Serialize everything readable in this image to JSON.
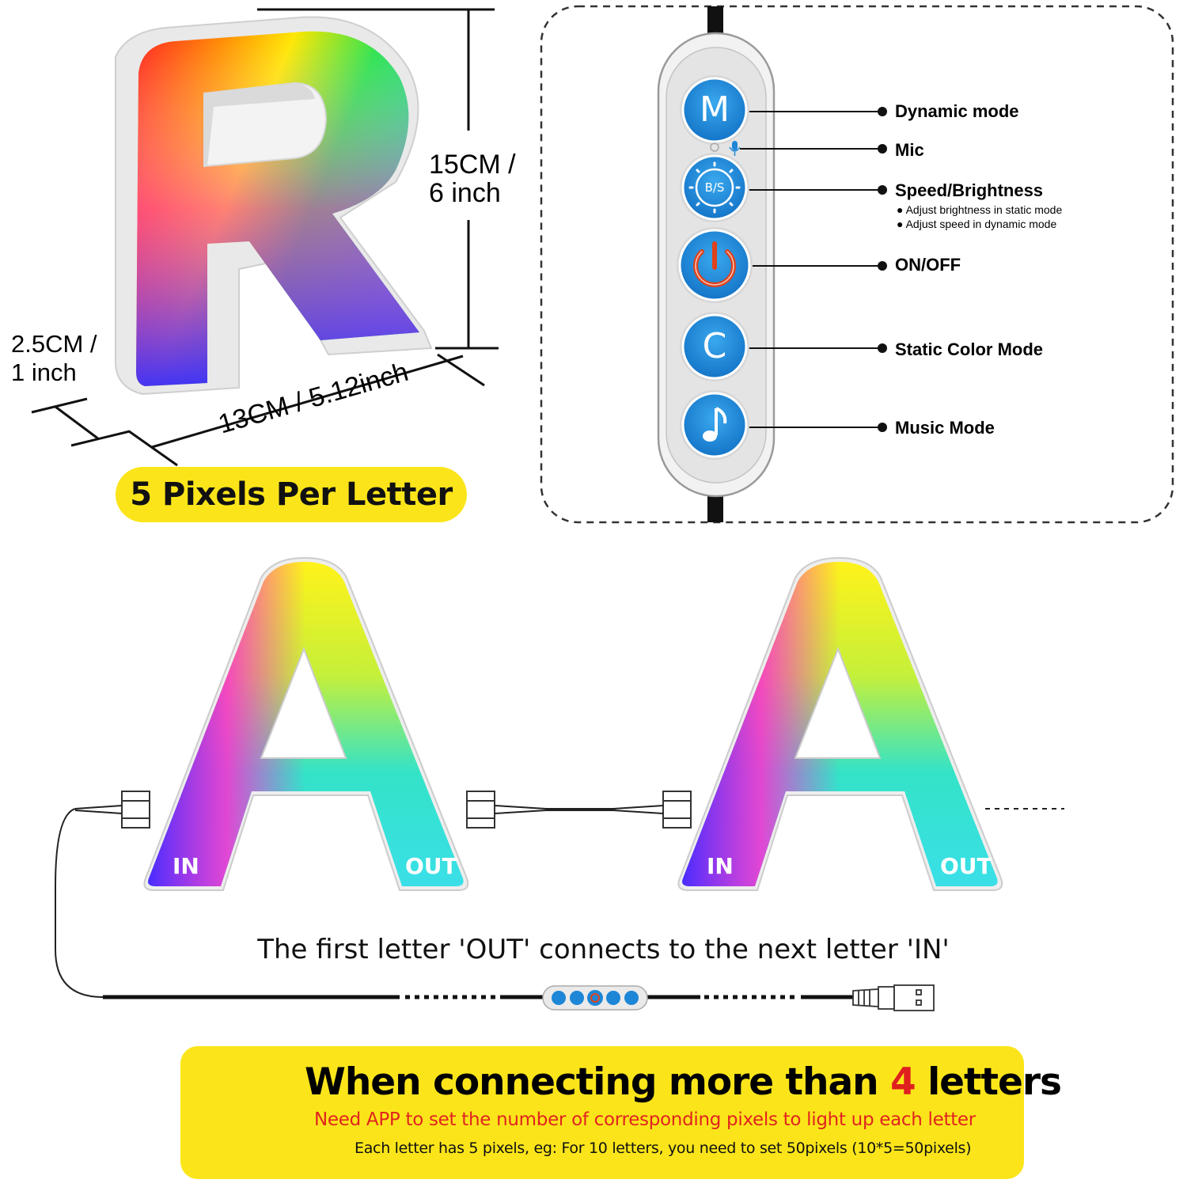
{
  "dimensions": {
    "height": "15CM /\n6 inch",
    "height_line1": "15CM /",
    "height_line2": "6 inch",
    "depth_line1": "2.5CM /",
    "depth_line2": "1 inch",
    "width": "13CM / 5.12inch"
  },
  "pixels_badge": "5 Pixels Per Letter",
  "sample_letters": {
    "top": "R",
    "bottom": "A"
  },
  "controller": {
    "buttons": [
      {
        "glyph": "M",
        "label": "Dynamic mode"
      },
      {
        "glyph": "",
        "label": "Mic"
      },
      {
        "glyph": "B/S",
        "label": "Speed/Brightness",
        "notes": [
          "Adjust brightness in static mode",
          "Adjust speed in dynamic mode"
        ]
      },
      {
        "glyph": "",
        "label": "ON/OFF"
      },
      {
        "glyph": "C",
        "label": "Static Color Mode"
      },
      {
        "glyph": "",
        "label": "Music Mode"
      }
    ]
  },
  "connection": {
    "in_label": "IN",
    "out_label": "OUT",
    "caption": "The first letter 'OUT' connects to the next letter 'IN'"
  },
  "warning": {
    "title_pre": "When connecting more than ",
    "title_num": "4",
    "title_post": " letters",
    "subtitle": "Need APP to set the number of corresponding pixels to light up each letter",
    "note": "Each letter has 5 pixels, eg: For 10 letters, you need to set 50pixels (10*5=50pixels)"
  },
  "colors": {
    "badge_yellow": "#fbe51a",
    "button_blue": "#1d86d6",
    "power_red": "#e0421c",
    "warning_red": "#e01f1f"
  }
}
